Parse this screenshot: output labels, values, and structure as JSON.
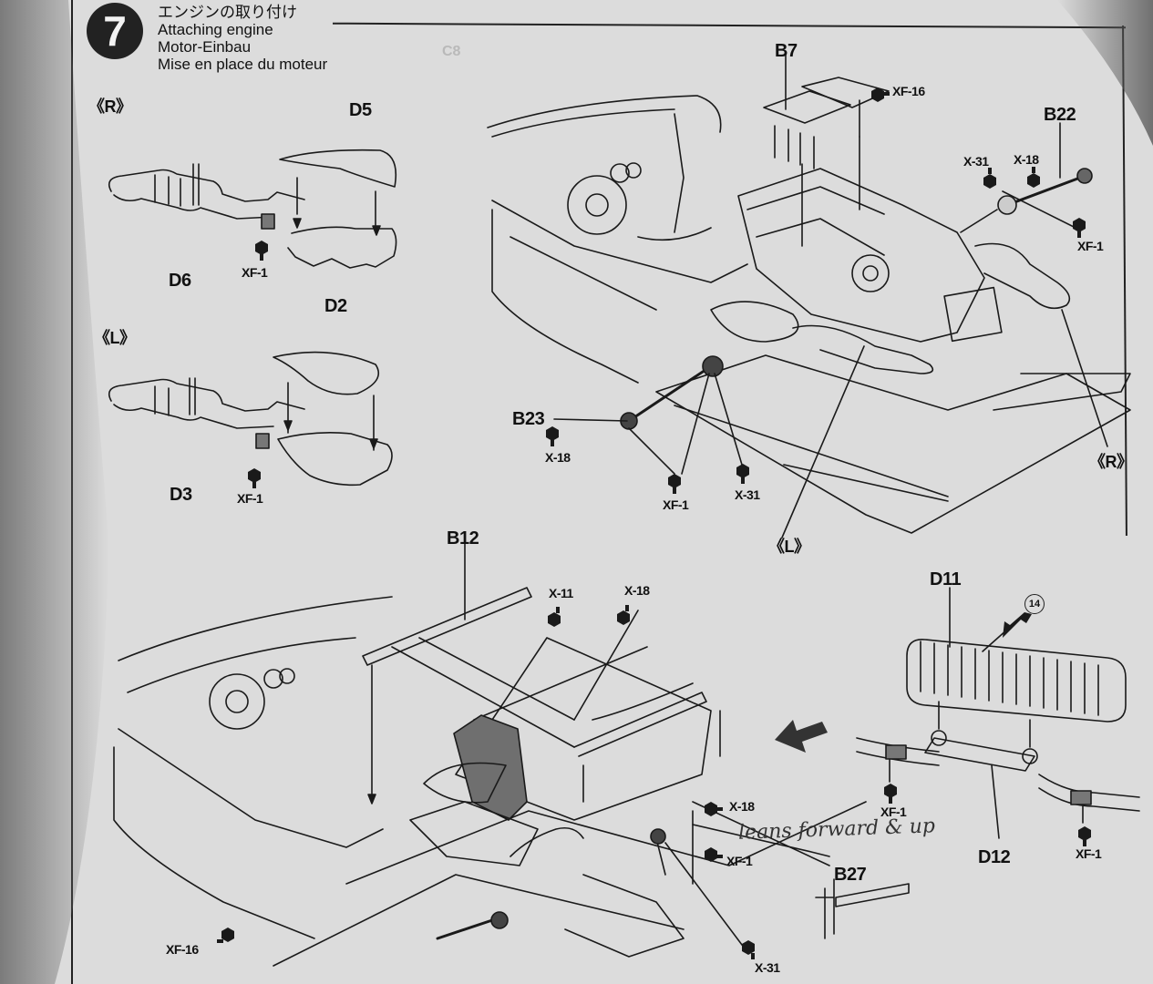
{
  "step": {
    "number": "7",
    "title_ja": "エンジンの取り付け",
    "title_en": "Attaching engine",
    "title_de": "Motor-Einbau",
    "title_fr": "Mise en place du moteur"
  },
  "bleedthrough_text": "C8",
  "subassembly_right": {
    "side_label": "《R》",
    "parts": [
      "D5",
      "D6"
    ],
    "paint": [
      "XF-1"
    ]
  },
  "subassembly_left": {
    "side_label": "《L》",
    "parts": [
      "D2",
      "D3"
    ],
    "paint": [
      "XF-1"
    ]
  },
  "main_assembly_top": {
    "parts": [
      "B7",
      "B22",
      "B23"
    ],
    "paint_callouts": [
      "XF-16",
      "X-31",
      "X-18",
      "XF-1",
      "X-18",
      "XF-1",
      "X-31"
    ],
    "side_labels": [
      "《R》",
      "《L》"
    ]
  },
  "main_assembly_bottom": {
    "parts": [
      "B12",
      "B27"
    ],
    "paint_callouts": [
      "X-11",
      "X-18",
      "X-18",
      "XF-1",
      "X-31",
      "XF-16"
    ]
  },
  "exhaust_subassembly": {
    "parts": [
      "D11",
      "D12"
    ],
    "reference_step": "14",
    "paint": [
      "XF-1",
      "XF-1"
    ]
  },
  "handwritten_note": "leans forward & up",
  "colors": {
    "paper": "#dcdcdc",
    "ink": "#111111",
    "shadow": "#8a8a8a",
    "gray_fill": "#6f6f6f"
  }
}
